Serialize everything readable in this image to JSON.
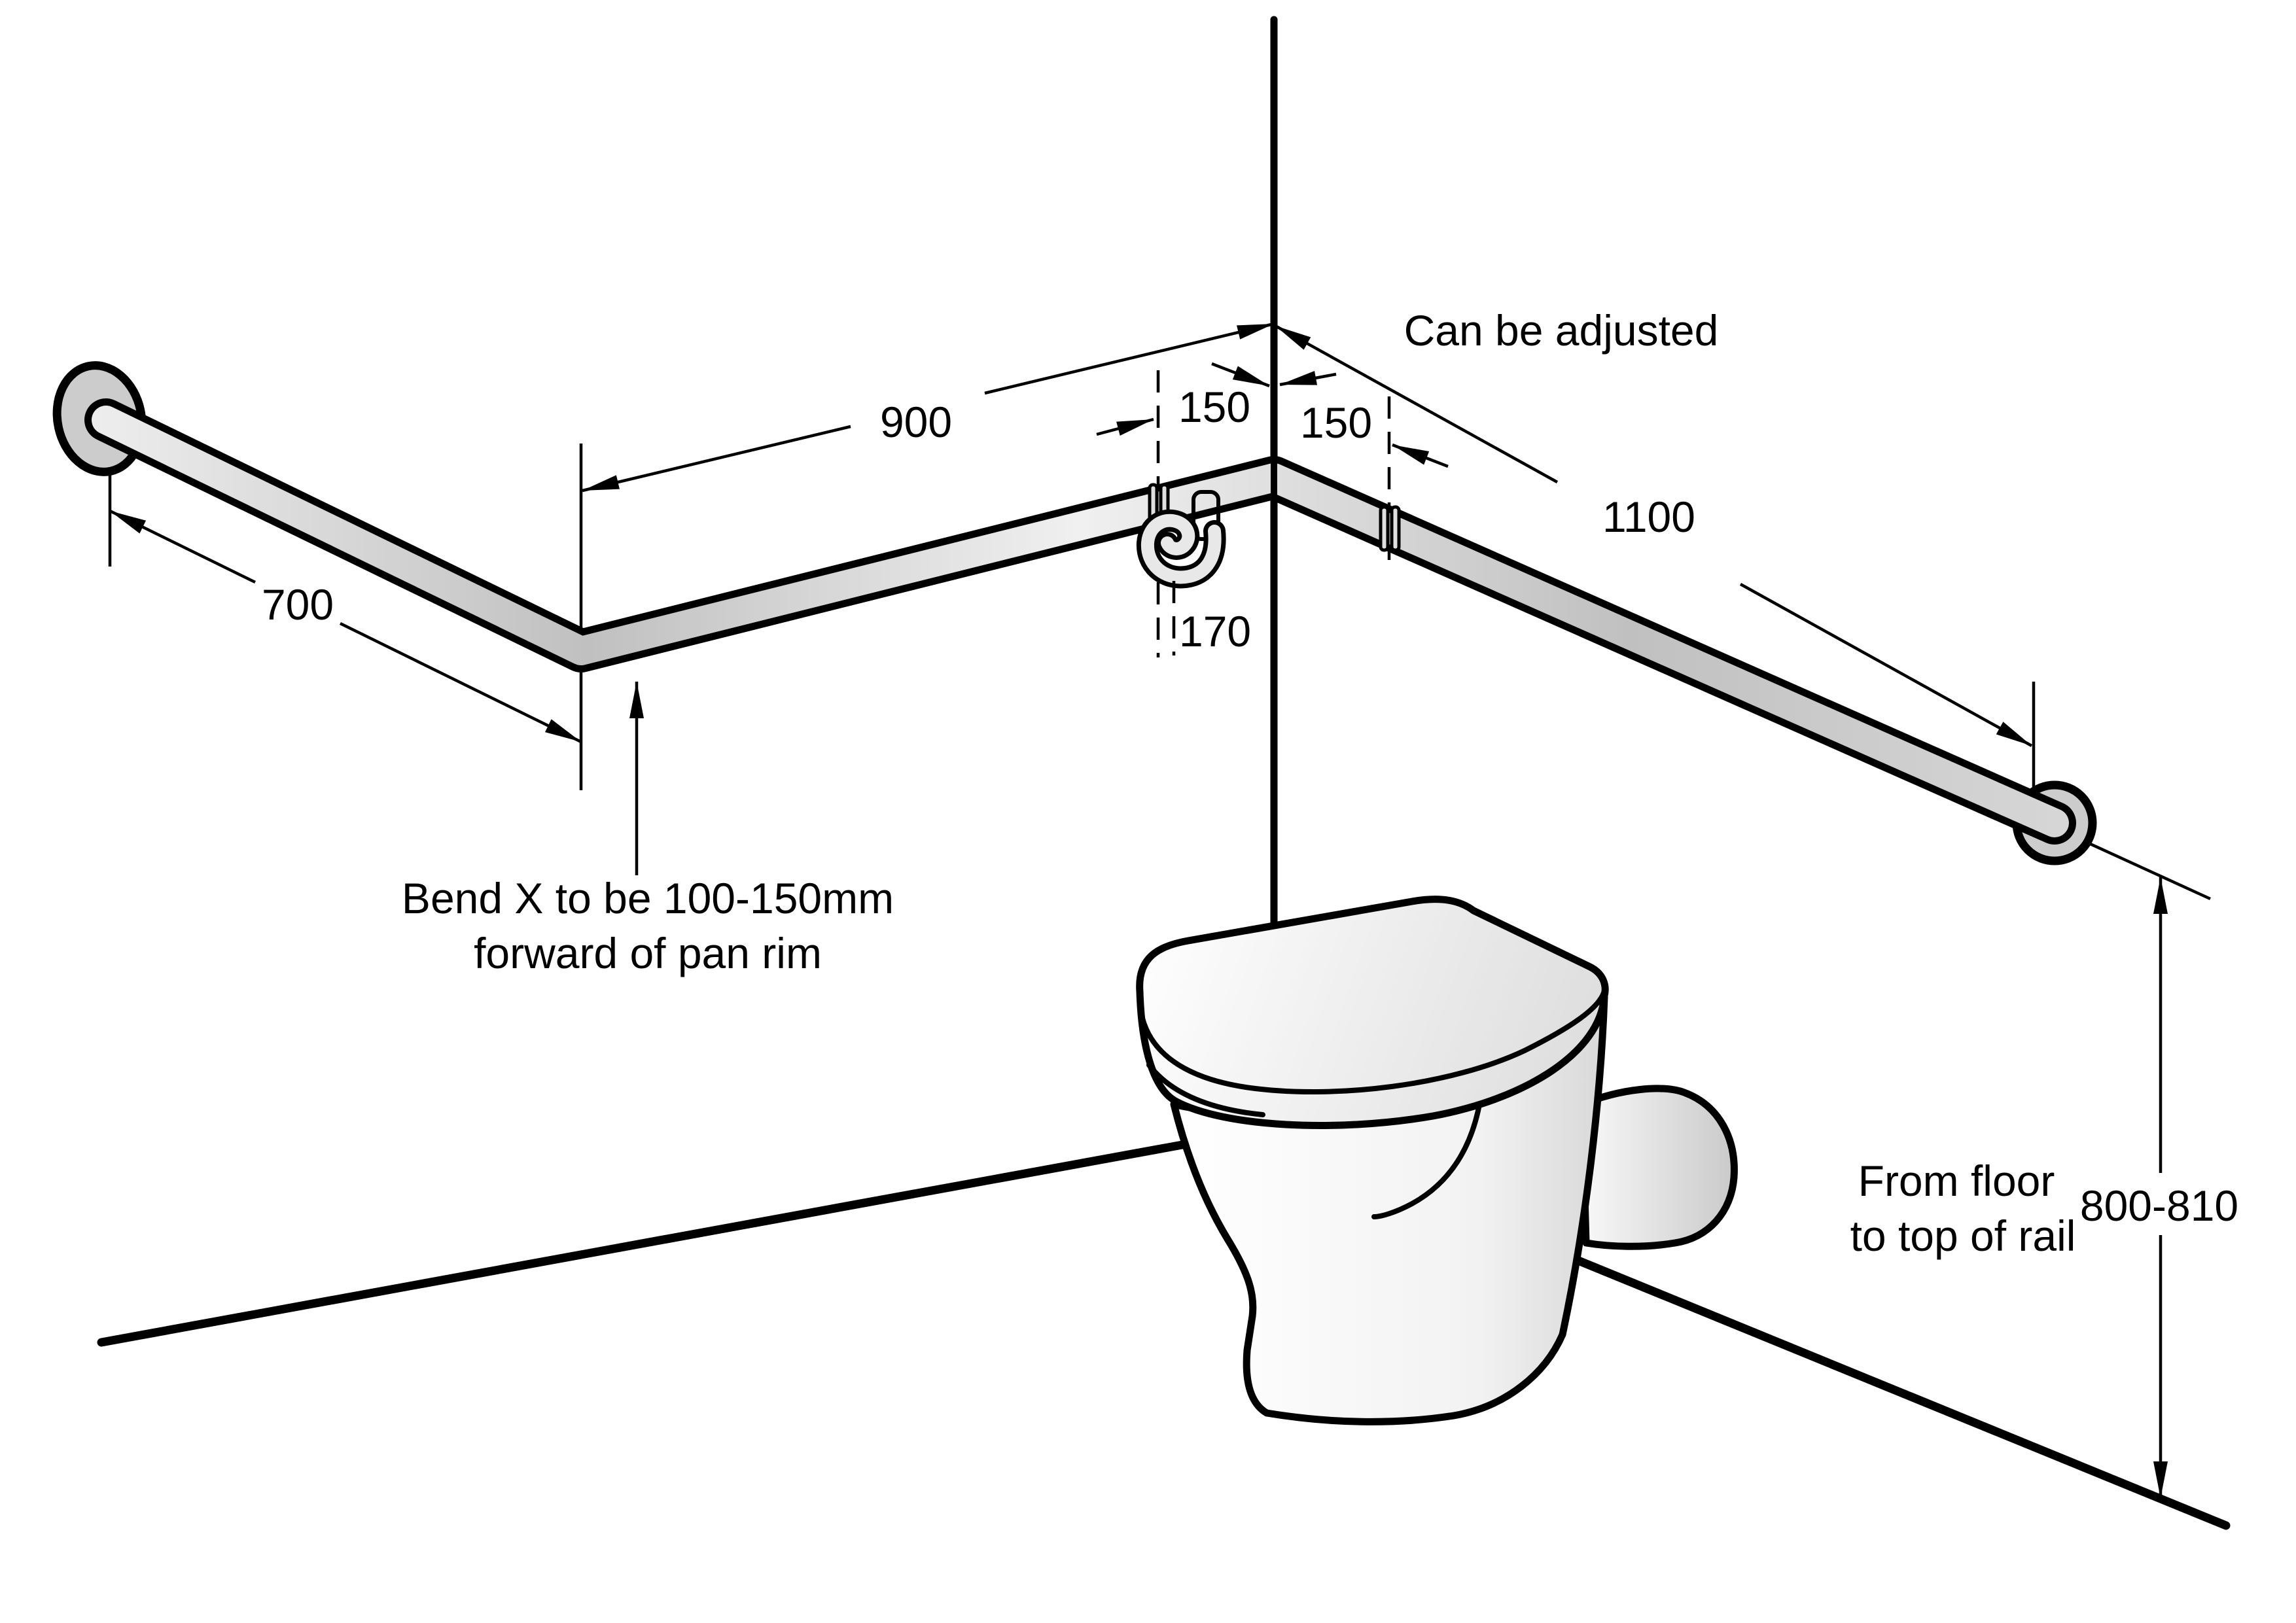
{
  "diagram": {
    "dimensions": {
      "rail_return": "700",
      "rail_left_wall": "900",
      "corner_offset_left": "150",
      "corner_offset_right": "150",
      "rail_right_wall": "1100",
      "roll_holder_drop": "170",
      "rail_height": "800-810"
    },
    "annotations": {
      "adjustable": "Can be adjusted",
      "bend_note_line1": "Bend X to be 100-150mm",
      "bend_note_line2": "forward of pan rim",
      "height_note_line1": "From floor",
      "height_note_line2": "to top of rail"
    },
    "colors": {
      "line": "#000000",
      "background": "#ffffff",
      "rail_light": "#efefef",
      "rail_dark": "#bfbfbf",
      "flange": "#cccccc"
    }
  }
}
